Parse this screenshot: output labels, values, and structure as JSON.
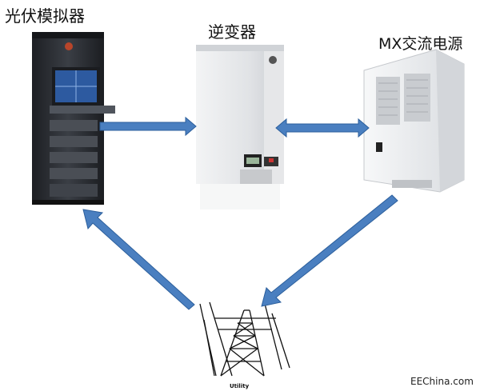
{
  "labels": {
    "pv_simulator": "光伏模拟器",
    "inverter": "逆变器",
    "mx_ac_source": "MX交流电源",
    "utility": "Utility",
    "source": "EEChina.com"
  },
  "colors": {
    "arrow_fill": "#4a7fc0",
    "arrow_stroke": "#2c5f9c",
    "rack": "#2b2e33",
    "inverter_body": "#e9eaec",
    "mx_body": "#eceef1"
  }
}
